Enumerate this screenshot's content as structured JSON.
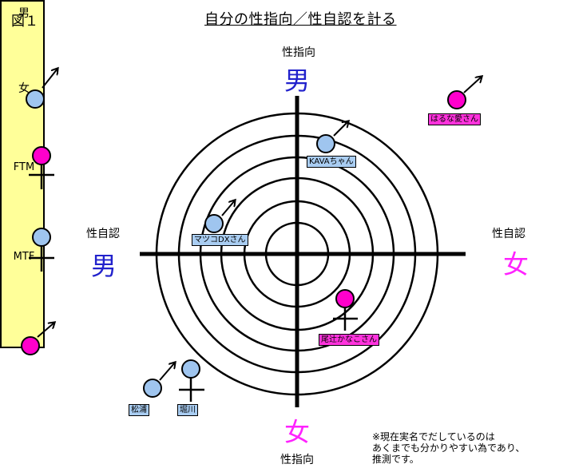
{
  "figure_label": "図１",
  "title": "自分の性指向／性自認を計る",
  "legend": {
    "male": "男",
    "female": "女",
    "ftm": "FTM",
    "mtf": "MTF"
  },
  "axes": {
    "top_label": "性指向",
    "top_big": "男",
    "bottom_label": "性指向",
    "bottom_big": "女",
    "left_label": "性自認",
    "left_big": "男",
    "right_label": "性自認",
    "right_big": "女"
  },
  "people": {
    "haruna": "はるな愛さん",
    "kava": "KAVAちゃん",
    "matsuko": "マツコDXさん",
    "kanako": "尾辻かなこさん",
    "matsuura": "松浦",
    "horikawa": "堀川"
  },
  "note": {
    "line1": "※現在実名でだしているのは",
    "line2": "あくまでも分かりやすい為であり、",
    "line3": "推測です。"
  },
  "colors": {
    "blue_circle": "#9fc5ef",
    "pink_circle": "#ff00cc",
    "legend_bg": "#ffff99",
    "male_text": "#2222cc",
    "female_text": "#ff22ff"
  }
}
